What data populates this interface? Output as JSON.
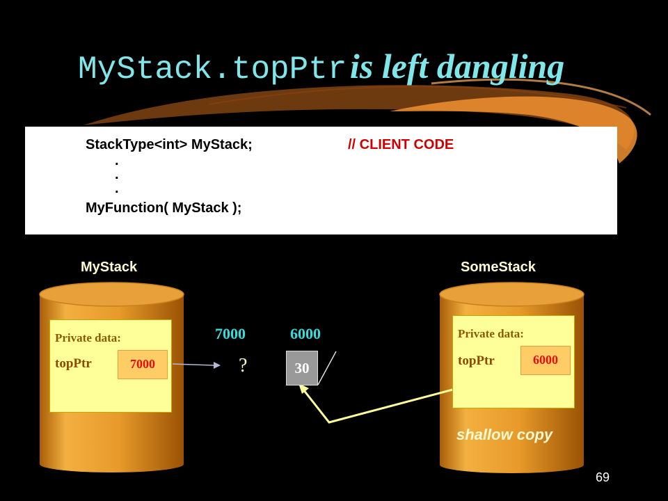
{
  "title": {
    "code_part": "MyStack.topPtr",
    "text_part": "is left dangling"
  },
  "code": {
    "line1": "StackType<int> MyStack;",
    "comment": "// CLIENT CODE",
    "dot1": ".",
    "dot2": ".",
    "dot3": ".",
    "line2": "MyFunction( MyStack );"
  },
  "stacks": {
    "left": {
      "label": "MyStack",
      "private": "Private  data:",
      "var": "topPtr",
      "value": "7000"
    },
    "right": {
      "label": "SomeStack",
      "private": "Private  data:",
      "var": "topPtr",
      "value": "6000"
    }
  },
  "memory": {
    "addr_left": "7000",
    "addr_right": "6000",
    "unknown": "?",
    "node_value": "30"
  },
  "note": "shallow copy",
  "page_number": "69",
  "colors": {
    "background": "#000000",
    "cylinder": "#e89a2a",
    "title": "#7fe7ea",
    "address": "#33dddd",
    "arrow": "#ffff99"
  }
}
